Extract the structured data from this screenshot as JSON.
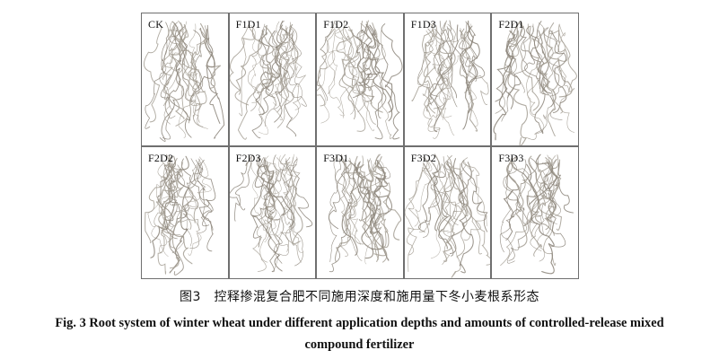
{
  "figure": {
    "panels": [
      {
        "label": "CK"
      },
      {
        "label": "F1D1"
      },
      {
        "label": "F1D2"
      },
      {
        "label": "F1D3"
      },
      {
        "label": "F2D1"
      },
      {
        "label": "F2D2"
      },
      {
        "label": "F2D3"
      },
      {
        "label": "F3D1"
      },
      {
        "label": "F3D2"
      },
      {
        "label": "F3D3"
      }
    ]
  },
  "caption": {
    "chinese": "图3　控释掺混复合肥不同施用深度和施用量下冬小麦根系形态",
    "english_line1": "Fig. 3    Root system of winter wheat under different application depths and amounts of controlled-release mixed",
    "english_line2": "compound fertilizer"
  }
}
